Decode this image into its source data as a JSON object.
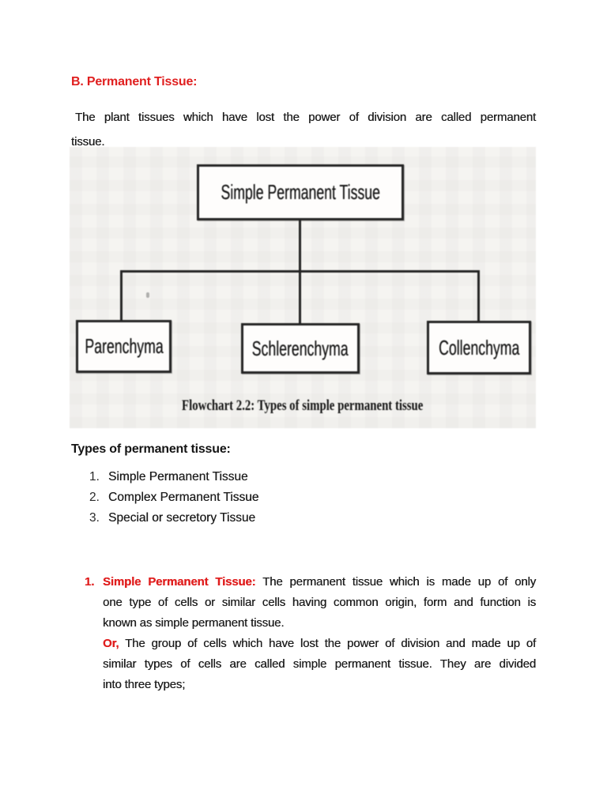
{
  "document": {
    "section_heading": "B. Permanent Tissue:",
    "intro": {
      "line1": "The plant tissues which have lost the power of division are called permanent",
      "line2": "tissue."
    },
    "flowchart": {
      "root_label": "Simple Permanent Tissue",
      "children": [
        {
          "label": "Parenchyma"
        },
        {
          "label": "Schlerenchyma"
        },
        {
          "label": "Collenchyma"
        }
      ],
      "caption": "Flowchart 2.2: Types of simple permanent tissue"
    },
    "types": {
      "heading": "Types of permanent tissue:",
      "items": [
        {
          "num": "1.",
          "label": "Simple Permanent Tissue"
        },
        {
          "num": "2.",
          "label": "Complex Permanent Tissue"
        },
        {
          "num": "3.",
          "label": "Special or secretory Tissue"
        }
      ]
    },
    "detail": {
      "num": "1.",
      "heading": "Simple Permanent Tissue:",
      "line1_rest": "The permanent tissue which is made up of only",
      "line2": "one type of cells or similar cells having common origin, form and function is",
      "line3": "known as simple permanent tissue.",
      "or_label": "Or,",
      "line4_rest": "The group of cells which have lost the power of division and made up of",
      "line5": "similar types of cells are called simple permanent tissue. They are divided",
      "line6": "into three types;"
    }
  },
  "colors": {
    "accent_red": "#e01f1f",
    "body_text": "#1e1e1e",
    "diagram_line": "#262626",
    "diagram_background": "#f3f2ef"
  }
}
